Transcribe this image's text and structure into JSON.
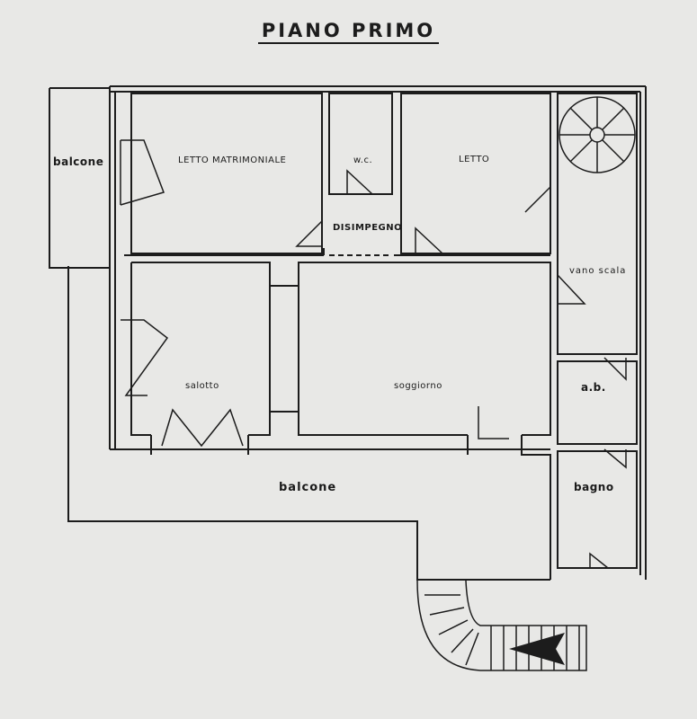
{
  "title": "PIANO PRIMO",
  "rooms": {
    "balcone_left": "balcone",
    "letto_matrimoniale": "LETTO MATRIMONIALE",
    "wc": "w.c.",
    "letto": "LETTO",
    "disimpegno": "DISIMPEGNO",
    "vano_scala": "vano  scala",
    "salotto": "salotto",
    "soggiorno": "soggiorno",
    "ab": "a.b.",
    "balcone_main": "balcone",
    "bagno": "bagno"
  },
  "colors": {
    "paper": "#e8e8e6",
    "ink": "#1c1c1c"
  }
}
